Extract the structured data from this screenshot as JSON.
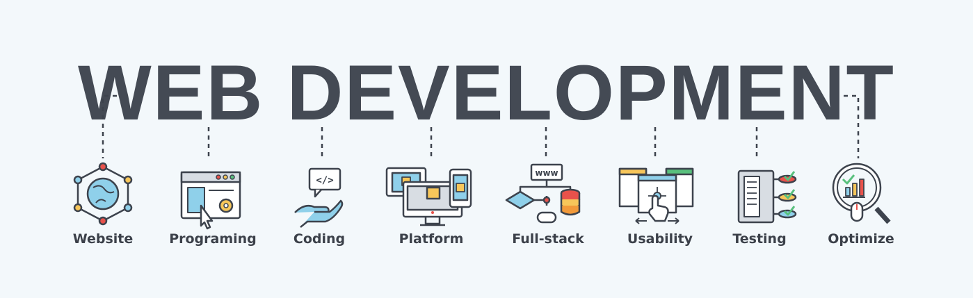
{
  "banner": {
    "title": "WEB DEVELOPMENT",
    "items": [
      {
        "label": "Website",
        "icon": "globe-network-icon"
      },
      {
        "label": "Programing",
        "icon": "browser-gear-icon"
      },
      {
        "label": "Coding",
        "icon": "hand-code-icon"
      },
      {
        "label": "Platform",
        "icon": "devices-icon"
      },
      {
        "label": "Full-stack",
        "icon": "flowchart-database-icon"
      },
      {
        "label": "Usability",
        "icon": "touch-screen-icon"
      },
      {
        "label": "Testing",
        "icon": "server-checklist-icon"
      },
      {
        "label": "Optimize",
        "icon": "magnifier-chart-icon"
      }
    ],
    "code_glyph": "</>",
    "www_glyph": "www",
    "colors": {
      "background": "#f3f8fb",
      "ink": "#3d434d",
      "blue": "#8fd0ea",
      "red": "#e8524b",
      "yellow": "#f7c65a",
      "orange": "#f29a3a",
      "green": "#59c07d",
      "gray": "#d8dde3"
    }
  }
}
